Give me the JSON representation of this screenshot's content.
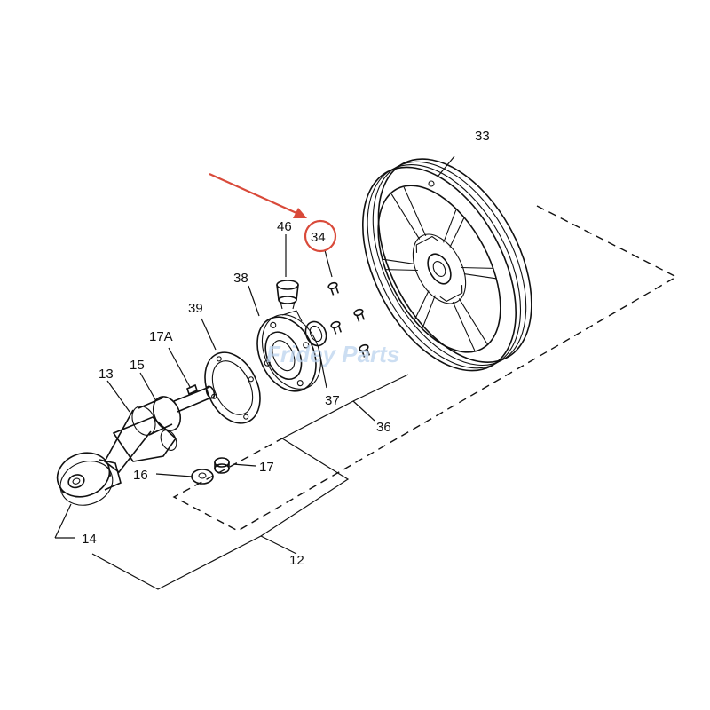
{
  "labels": {
    "p33": "33",
    "p46": "46",
    "p34": "34",
    "p38": "38",
    "p39": "39",
    "p17a": "17A",
    "p13": "13",
    "p15": "15",
    "p37": "37",
    "p36": "36",
    "p16": "16",
    "p17": "17",
    "p14": "14",
    "p12": "12"
  },
  "highlight": {
    "part": "34",
    "color": "#d94a3a"
  },
  "watermark": {
    "text": "Fridey Parts",
    "color": "#bcd3ee"
  },
  "line_color": "#111111"
}
